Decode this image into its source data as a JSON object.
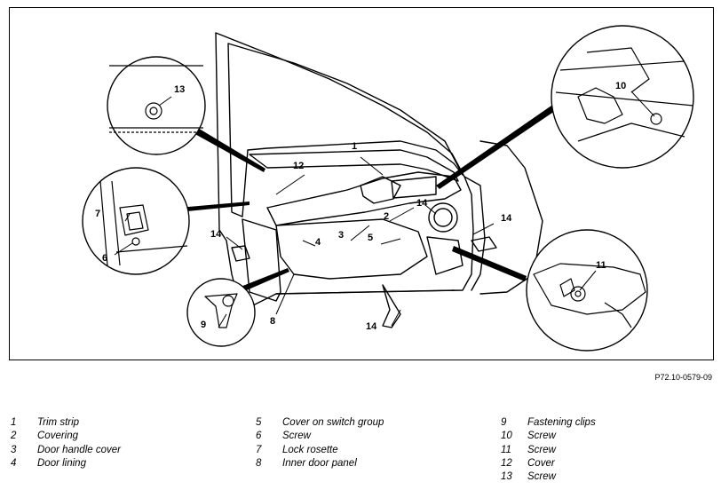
{
  "figure_code": "P72.10-0579-09",
  "callouts": [
    "1",
    "2",
    "3",
    "4",
    "5",
    "6",
    "7",
    "8",
    "9",
    "10",
    "11",
    "12",
    "13",
    "14",
    "14",
    "14",
    "14"
  ],
  "legend": [
    {
      "num": "1",
      "label": "Trim strip"
    },
    {
      "num": "2",
      "label": "Covering"
    },
    {
      "num": "3",
      "label": "Door handle cover"
    },
    {
      "num": "4",
      "label": "Door lining"
    },
    {
      "num": "5",
      "label": "Cover on switch group"
    },
    {
      "num": "6",
      "label": "Screw"
    },
    {
      "num": "7",
      "label": "Lock rosette"
    },
    {
      "num": "8",
      "label": "Inner door panel"
    },
    {
      "num": "9",
      "label": "Fastening clips"
    },
    {
      "num": "10",
      "label": "Screw"
    },
    {
      "num": "11",
      "label": "Screw"
    },
    {
      "num": "12",
      "label": "Cover"
    },
    {
      "num": "13",
      "label": "Screw"
    }
  ]
}
